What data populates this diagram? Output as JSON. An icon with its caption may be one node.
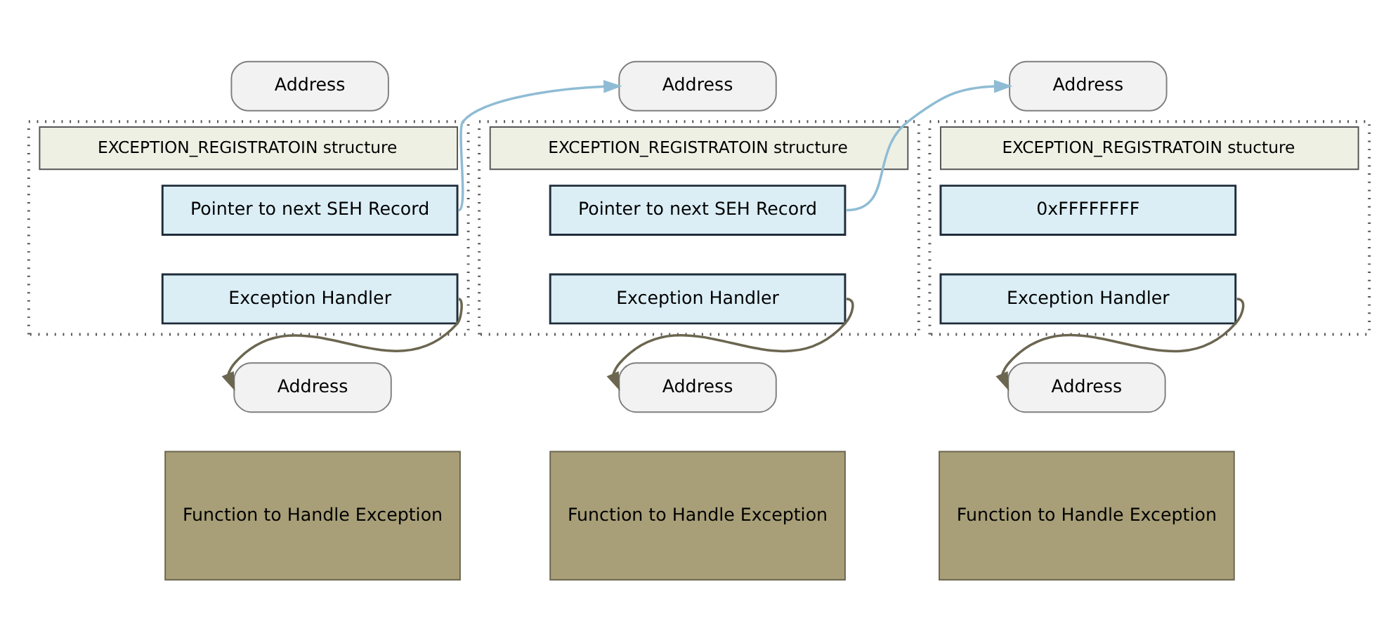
{
  "diagram": {
    "nodes": [
      {
        "text": [
          "Address"
        ]
      },
      {
        "text": [
          "Address"
        ]
      },
      {
        "text": [
          "Address"
        ]
      },
      {
        "text": [
          "EXCEPTION_REGISTRATOIN structure"
        ]
      },
      {
        "text": [
          "Pointer to next SEH Record"
        ],
        "in": 3
      },
      {
        "text": [
          "Exception Handler"
        ],
        "in": 3
      },
      {
        "text": [
          "EXCEPTION_REGISTRATOIN structure"
        ]
      },
      {
        "text": [
          "Pointer to next SEH Record"
        ],
        "in": 6
      },
      {
        "text": [
          "Exception Handler"
        ],
        "in": 6
      },
      {
        "text": [
          "EXCEPTION_REGISTRATOIN stucture"
        ]
      },
      {
        "text": [
          "0xFFFFFFFF"
        ],
        "in": 9
      },
      {
        "text": [
          "Exception Handler"
        ],
        "in": 9
      },
      {
        "text": [
          "Address"
        ]
      },
      {
        "text": [
          "Address"
        ]
      },
      {
        "text": [
          "Address"
        ]
      },
      {
        "text": [
          "Function to Handle Exception"
        ]
      },
      {
        "text": [
          "Function to Handle Exception"
        ]
      },
      {
        "text": [
          "Function to Handle Exception"
        ]
      }
    ],
    "edges": [
      {
        "from": 4,
        "to": 1,
        "arrow": "to",
        "color": "#8fbcd4"
      },
      {
        "from": 7,
        "to": 2,
        "arrow": "to",
        "color": "#8fbcd4"
      },
      {
        "from": 5,
        "to": 12,
        "arrow": "to"
      },
      {
        "from": 8,
        "to": 13,
        "arrow": "to"
      },
      {
        "from": 11,
        "to": 14,
        "arrow": "to"
      }
    ]
  }
}
